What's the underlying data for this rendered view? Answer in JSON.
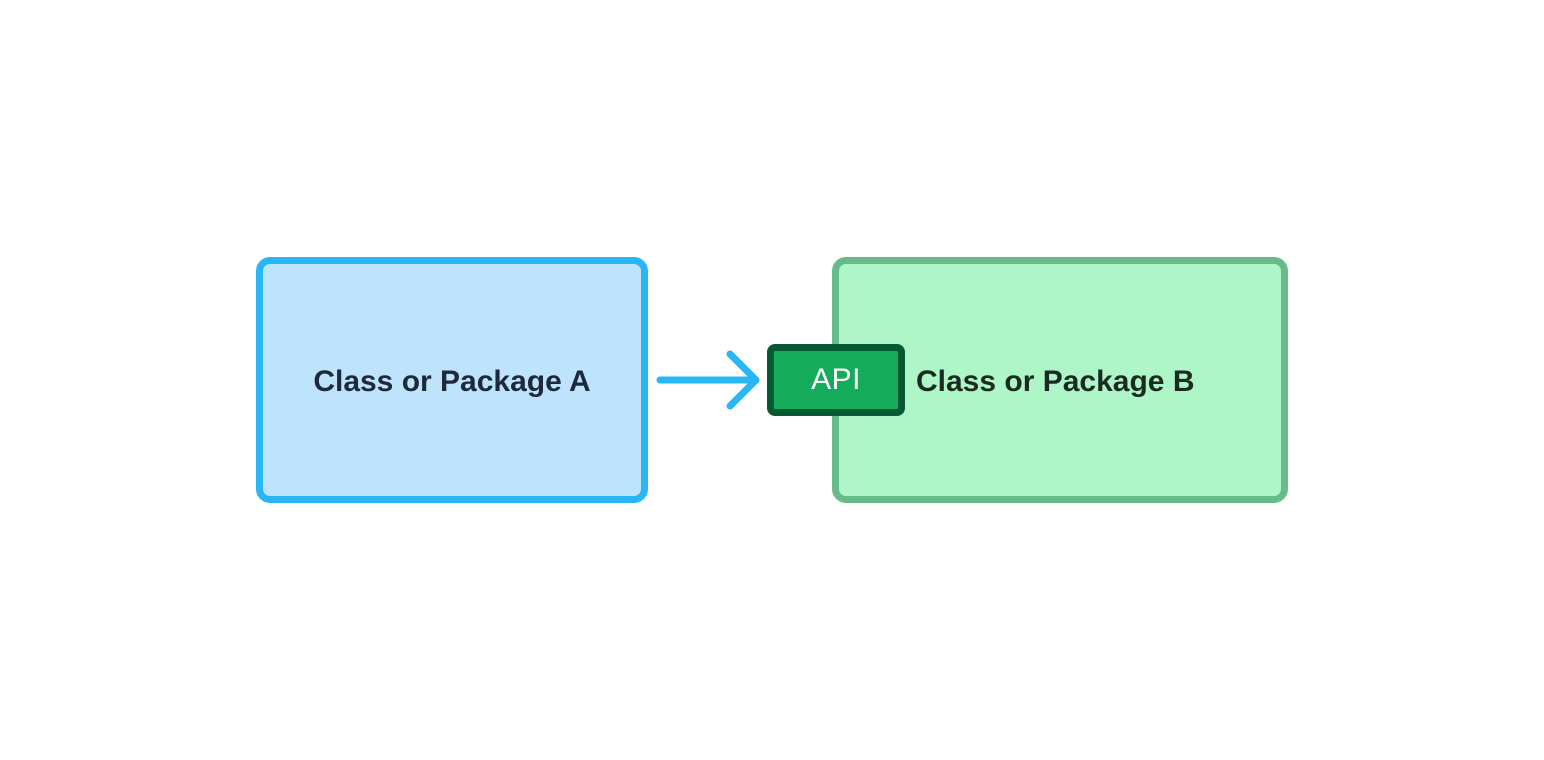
{
  "diagram": {
    "node_a": {
      "label": "Class or Package A"
    },
    "node_b": {
      "label": "Class or Package B"
    },
    "api_tag": {
      "label": "API"
    },
    "edges": [
      {
        "from": "node_a",
        "to": "api_tag"
      }
    ]
  },
  "colors": {
    "node_a_fill": "#bee3fc",
    "node_a_border": "#29b6f6",
    "node_b_fill": "#aef5c8",
    "node_b_border": "#66bb8a",
    "api_fill": "#14ac5a",
    "api_border": "#055a34",
    "arrow": "#29b6f6",
    "text": "#1e293b"
  }
}
